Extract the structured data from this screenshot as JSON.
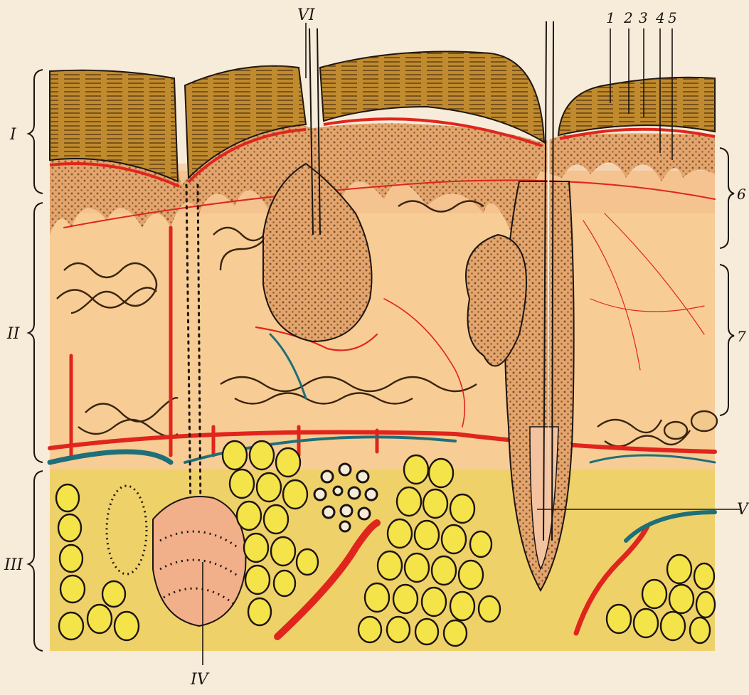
{
  "figure": {
    "colors": {
      "paper": "#f6ecd9",
      "stratum_corneum": "#c08b2e",
      "corneum_stripes": "#e6b64a",
      "epidermis": "#e4a56c",
      "dermis": "#f7cd95",
      "hypodermis": "#efd16a",
      "fat_cells": "#f5e34a",
      "artery": "#e0251c",
      "vein": "#1f6f78",
      "outline": "#1b1410"
    },
    "labels": {
      "layer_roman": [
        "I",
        "II",
        "III"
      ],
      "structure_roman": [
        "IV",
        "V",
        "VI"
      ],
      "top_numbers": [
        "1",
        "2",
        "3",
        "4",
        "5"
      ],
      "right_numbers": [
        "6",
        "7"
      ]
    }
  }
}
